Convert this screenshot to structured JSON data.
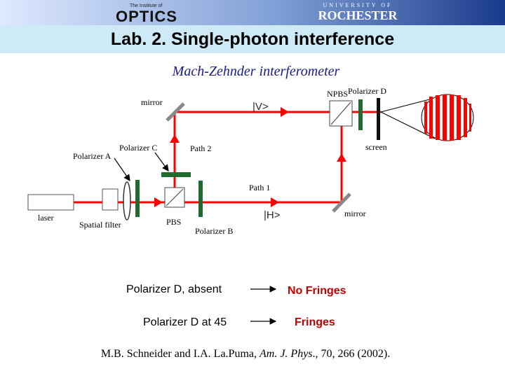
{
  "header": {
    "left_logo_small": "The Institute of",
    "left_logo_big": "OPTICS",
    "right_logo_small": "UNIVERSITY OF",
    "right_logo_big": "ROCHESTER"
  },
  "title": "Lab. 2.  Single-photon interference",
  "subtitle": "Mach-Zehnder interferometer",
  "labels": {
    "mirror_top": "mirror",
    "ket_v": "|V>",
    "npbs": "NPBS",
    "polarizer_d": "Polarizer D",
    "polarizer_c": "Polarizer C",
    "path2": "Path 2",
    "screen": "screen",
    "polarizer_a": "Polarizer A",
    "path1": "Path 1",
    "laser": "laser",
    "spatial_filter": "Spatial filter",
    "pbs": "PBS",
    "polarizer_b": "Polarizer B",
    "ket_h": "|H>",
    "mirror_bottom": "mirror"
  },
  "results": {
    "row1_condition": "Polarizer D, absent",
    "row1_outcome": "No Fringes",
    "row2_condition": "Polarizer D at 45",
    "row2_outcome": "Fringes"
  },
  "citation": {
    "authors": "M.B. Schneider and I.A. La.Puma, ",
    "journal": "Am. J. Phys",
    "rest": "., 70, 266 (2002)."
  },
  "colors": {
    "beam": "#ff0000",
    "polarizer": "#1f6b2e",
    "title_band": "#cdeaf6",
    "result_text": "#c00000"
  }
}
